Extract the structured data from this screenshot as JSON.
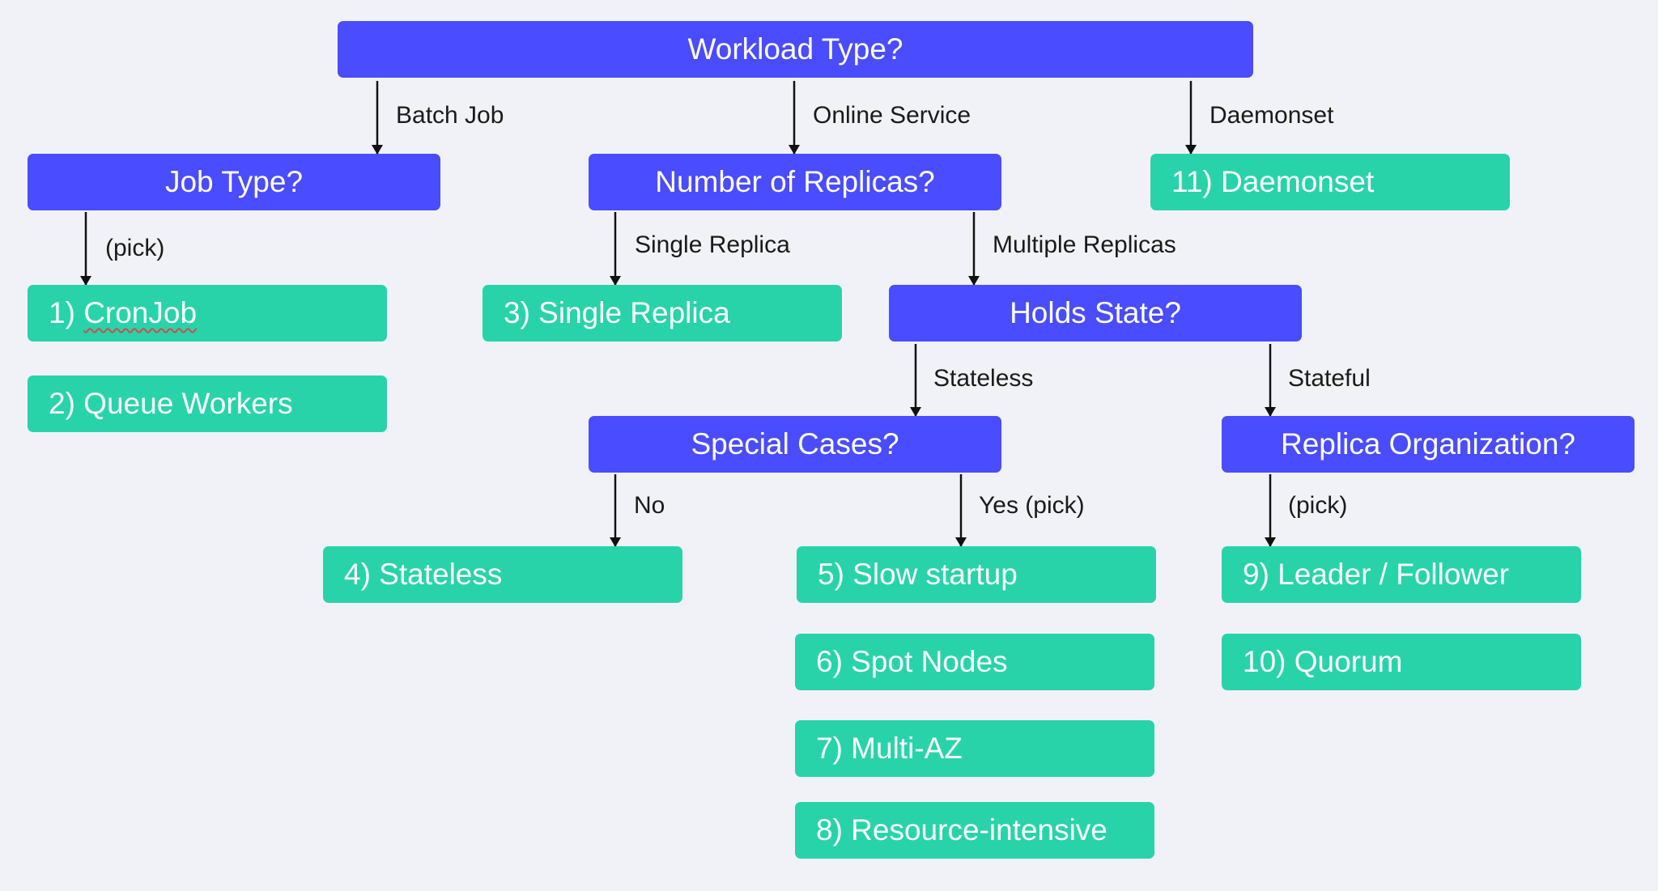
{
  "colors": {
    "background": "#f1f2f7",
    "decision": "#4a4cff",
    "outcome": "#29d3a9",
    "text": "#ffffff",
    "label": "#1a1a1a"
  },
  "decisions": {
    "workload_type": "Workload Type?",
    "job_type": "Job Type?",
    "replicas": "Number of Replicas?",
    "holds_state": "Holds State?",
    "special_cases": "Special Cases?",
    "replica_org": "Replica Organization?"
  },
  "outcomes": {
    "cronjob_num": "1)",
    "cronjob_word": "CronJob",
    "queue_workers": "2) Queue Workers",
    "single_replica": "3) Single Replica",
    "stateless": "4) Stateless",
    "slow_startup": "5) Slow startup",
    "spot_nodes": "6) Spot Nodes",
    "multi_az": "7) Multi-AZ",
    "resource_intensive": "8) Resource-intensive",
    "leader_follower": "9) Leader / Follower",
    "quorum": "10) Quorum",
    "daemonset": "11) Daemonset"
  },
  "edge_labels": {
    "batch_job": "Batch Job",
    "online_service": "Online Service",
    "daemonset": "Daemonset",
    "job_pick": "(pick)",
    "single_replica": "Single Replica",
    "multiple_replicas": "Multiple Replicas",
    "stateless": "Stateless",
    "stateful": "Stateful",
    "no": "No",
    "yes_pick": "Yes (pick)",
    "org_pick": "(pick)"
  }
}
